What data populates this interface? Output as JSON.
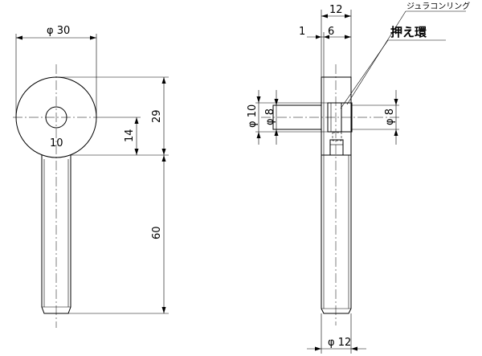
{
  "front_view": {
    "dim_diameter_30": "φ 30",
    "dim_29": "29",
    "dim_14": "14",
    "dim_60": "60",
    "engraving_10": "10"
  },
  "side_view": {
    "dim_12_top": "12",
    "dim_1": "1",
    "dim_6": "6",
    "dim_diameter_10": "φ 10",
    "dim_diameter_8_left": "φ 8",
    "dim_diameter_8_right": "φ 8",
    "dim_diameter_12_bottom": "φ 12",
    "label_duracon_ring": "ジュラコンリング",
    "label_retaining_ring": "押え環"
  }
}
